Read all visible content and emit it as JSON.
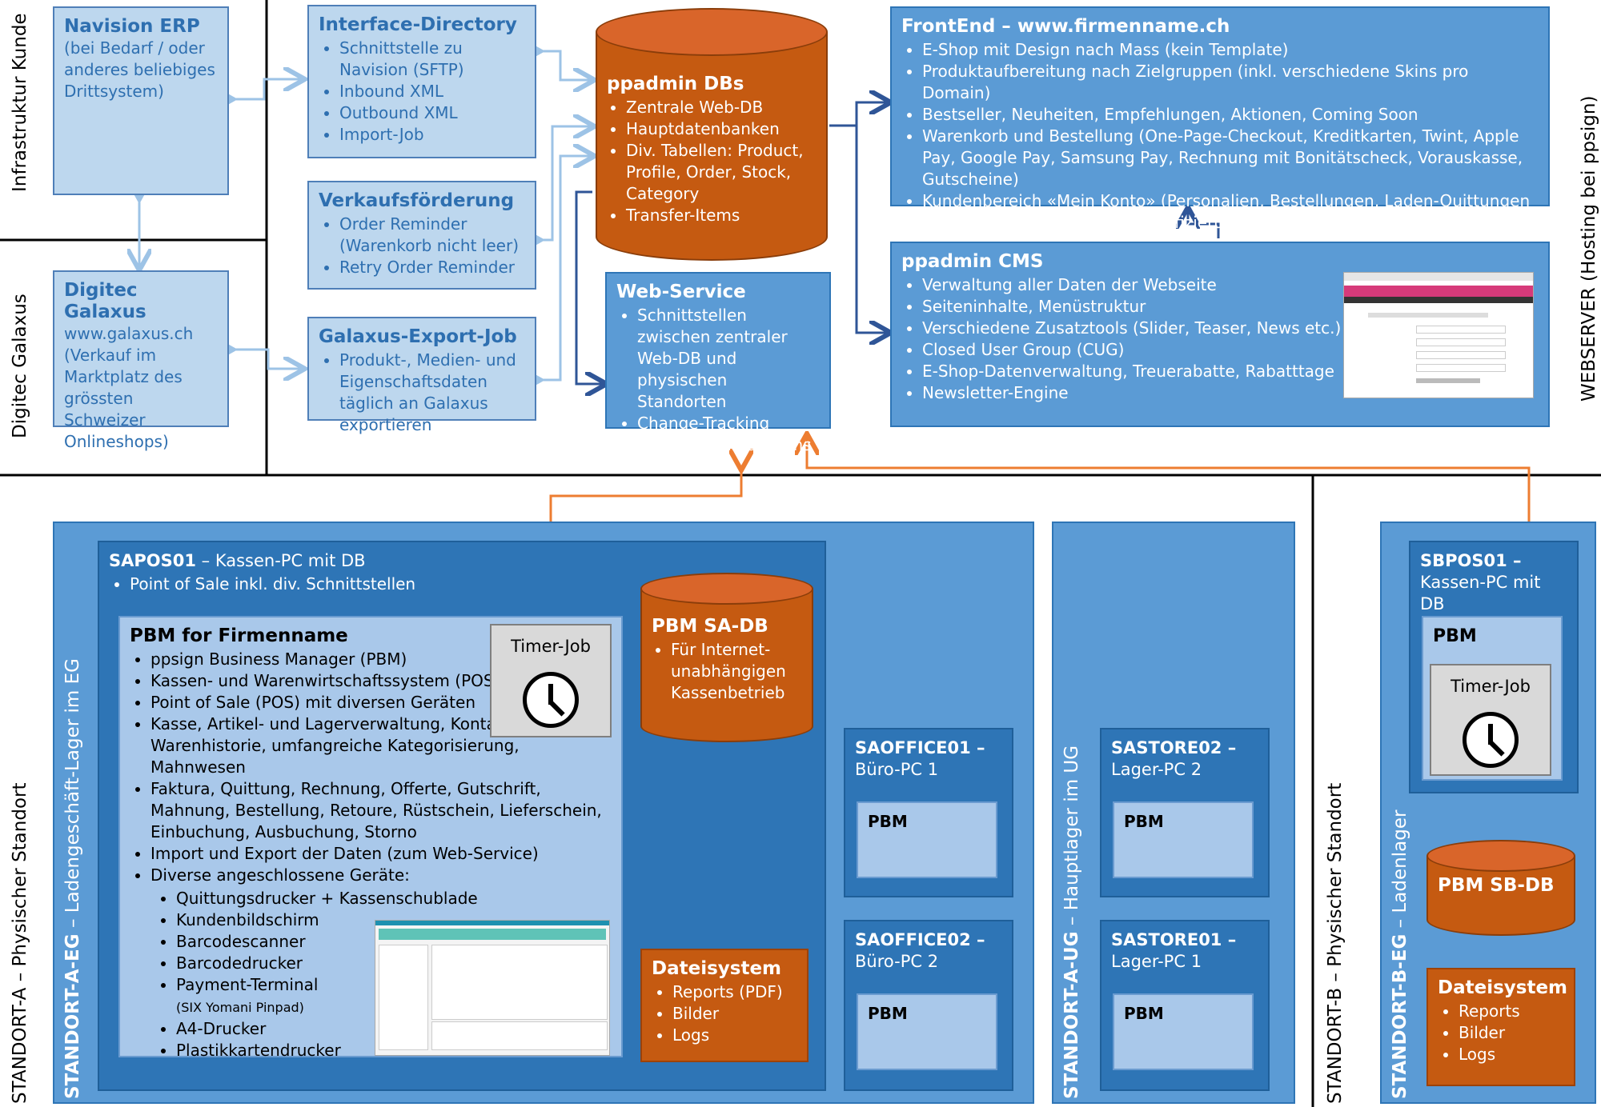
{
  "side_labels": {
    "infra": "Infrastruktur Kunde",
    "digitec": "Digitec Galaxus",
    "webserver": "WEBSERVER (Hosting bei ppsign)",
    "standort_a": "STANDORT-A – Physischer Standort",
    "standort_a_eg_bold": "STANDORT-A-EG",
    "standort_a_eg_rest": " – Ladengeschäft-Lager im EG",
    "standort_a_ug_bold": "STANDORT-A-UG",
    "standort_a_ug_rest": " – Hauptlager im UG",
    "standort_b": "STANDORT-B – Physischer Standort",
    "standort_b_eg_bold": "STANDORT-B-EG",
    "standort_b_eg_rest": " – Ladenlager"
  },
  "navision": {
    "title": "Navision ERP",
    "lines": [
      "(bei Bedarf / oder",
      "anderes beliebiges",
      "Drittsystem)"
    ]
  },
  "interface": {
    "title": "Interface-Directory",
    "items": [
      "Schnittstelle zu Navision (SFTP)",
      "Inbound XML",
      "Outbound XML",
      "Import-Job"
    ]
  },
  "verkauf": {
    "title": "Verkaufsförderung",
    "items": [
      "Order Reminder (Warenkorb nicht leer)",
      "Retry Order Reminder"
    ]
  },
  "galaxus": {
    "title": "Digitec Galaxus",
    "lines": [
      "www.galaxus.ch",
      "(Verkauf im",
      "Marktplatz des",
      "grössten Schweizer",
      "Onlineshops)"
    ]
  },
  "export": {
    "title": "Galaxus-Export-Job",
    "items": [
      "Produkt-, Medien- und Eigenschaftsdaten täglich an Galaxus exportieren"
    ]
  },
  "ppadmin_db": {
    "title": "ppadmin DBs",
    "items": [
      "Zentrale Web-DB",
      "Hauptdatenbanken",
      "Div. Tabellen: Product, Profile, Order, Stock, Category",
      "Transfer-Items"
    ]
  },
  "webservice": {
    "title": "Web-Service",
    "items": [
      "Schnittstellen zwischen zentraler Web-DB und physischen Standorten",
      "Change-Tracking mittels Transfer-Items"
    ]
  },
  "frontend": {
    "title": "FrontEnd – www.firmenname.ch",
    "items": [
      "E-Shop mit Design nach Mass (kein Template)",
      "Produktaufbereitung nach Zielgruppen (inkl. verschiedene Skins pro Domain)",
      "Bestseller, Neuheiten, Empfehlungen, Aktionen, Coming Soon",
      "Warenkorb und Bestellung (One-Page-Checkout, Kreditkarten, Twint, Apple Pay, Google Pay, Samsung Pay, Rechnung mit Bonitätscheck, Vorauskasse, Gutscheine)",
      "Kundenbereich «Mein Konto» (Personalien, Bestellungen, Laden-Quittungen als PDF, Wunschliste, Altersverifizierung)"
    ]
  },
  "cms": {
    "title": "ppadmin CMS",
    "items": [
      "Verwaltung aller Daten der Webseite",
      "Seiteninhalte, Menüstruktur",
      "Verschiedene Zusatztools (Slider, Teaser, News etc.)",
      "Closed User Group (CUG)",
      "E-Shop-Datenverwaltung, Treuerabatte, Rabatttage",
      "Newsletter-Engine"
    ]
  },
  "sapos": {
    "title": "SAPOS01",
    "subtitle": " – Kassen-PC mit DB",
    "items": [
      "Point of Sale inkl. div. Schnittstellen"
    ]
  },
  "pbm_firm": {
    "title": "PBM for Firmenname",
    "items": [
      "ppsign Business Manager (PBM)",
      "Kassen- und Warenwirtschaftssystem (POS + WWS)",
      "Point of Sale (POS) mit diversen Geräten",
      "Kasse, Artikel- und Lagerverwaltung, Kontakte, Berichte, Warenhistorie, umfangreiche Kategorisierung, Mahnwesen",
      "Faktura, Quittung, Rechnung, Offerte, Gutschrift, Mahnung, Bestellung, Retoure, Rüstschein, Lieferschein, Einbuchung, Ausbuchung, Storno",
      "Import und Export der Daten (zum Web-Service)",
      "Diverse angeschlossene Geräte:"
    ],
    "devices": [
      "Quittungsdrucker + Kassenschublade",
      "Kundenbildschirm",
      "Barcodescanner",
      "Barcodedrucker",
      "Payment-Terminal",
      "A4-Drucker",
      "Plastikkartendrucker"
    ],
    "payment_note": "(SIX Yomani Pinpad)"
  },
  "timer": {
    "label": "Timer-Job"
  },
  "pbm_sadb": {
    "title": "PBM SA-DB",
    "items": [
      "Für Internet-unabhängigen Kassenbetrieb"
    ]
  },
  "dateisystem_a": {
    "title": "Dateisystem",
    "items": [
      "Reports (PDF)",
      "Bilder",
      "Logs"
    ]
  },
  "saoffice01": {
    "title": "SAOFFICE01",
    "subtitle": "Büro-PC 1",
    "pbm": "PBM"
  },
  "saoffice02": {
    "title": "SAOFFICE02",
    "subtitle": "Büro-PC 2",
    "pbm": "PBM"
  },
  "sastore02": {
    "title": "SASTORE02",
    "subtitle": "Lager-PC 2",
    "pbm": "PBM"
  },
  "sastore01": {
    "title": "SASTORE01",
    "subtitle": "Lager-PC 1",
    "pbm": "PBM"
  },
  "sbpos": {
    "title": "SBPOS01",
    "subtitle": "Kassen-PC mit DB",
    "pbm": "PBM",
    "timer": "Timer-Job"
  },
  "pbm_sbdb": {
    "title": "PBM SB-DB"
  },
  "dateisystem_b": {
    "title": "Dateisystem",
    "items": [
      "Reports",
      "Bilder",
      "Logs"
    ]
  },
  "colors": {
    "light_box": "#bdd7ee",
    "mid_box": "#5b9bd5",
    "dark_box": "#2e75b6",
    "db_orange": "#c55a11",
    "arrow_orange": "#ed7d31",
    "arrow_blue": "#2f5597"
  }
}
